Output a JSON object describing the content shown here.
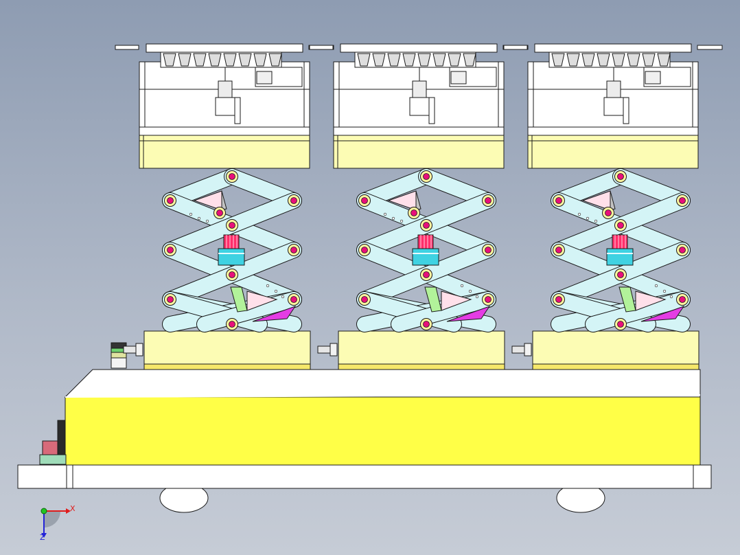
{
  "triad": {
    "x_label": "X",
    "z_label": "Z"
  },
  "colors": {
    "background_top": "#8e9cb2",
    "background_bottom": "#c6ccd6",
    "yellow_body": "#ffff47",
    "pale_yellow": "#fcfcb4",
    "white_top": "#ffffff",
    "scissor_arm": "#d4f4f6",
    "pivot_outer": "#fff3a0",
    "pivot_inner": "#e8107a",
    "cylinder_cyan": "#3fd2e2",
    "cylinder_red": "#ff2e6a",
    "magenta_plate": "#e43ce4",
    "frame_line": "#1a1a1a"
  },
  "lift_units": [
    {
      "id": "lift-1"
    },
    {
      "id": "lift-2"
    },
    {
      "id": "lift-3"
    }
  ]
}
